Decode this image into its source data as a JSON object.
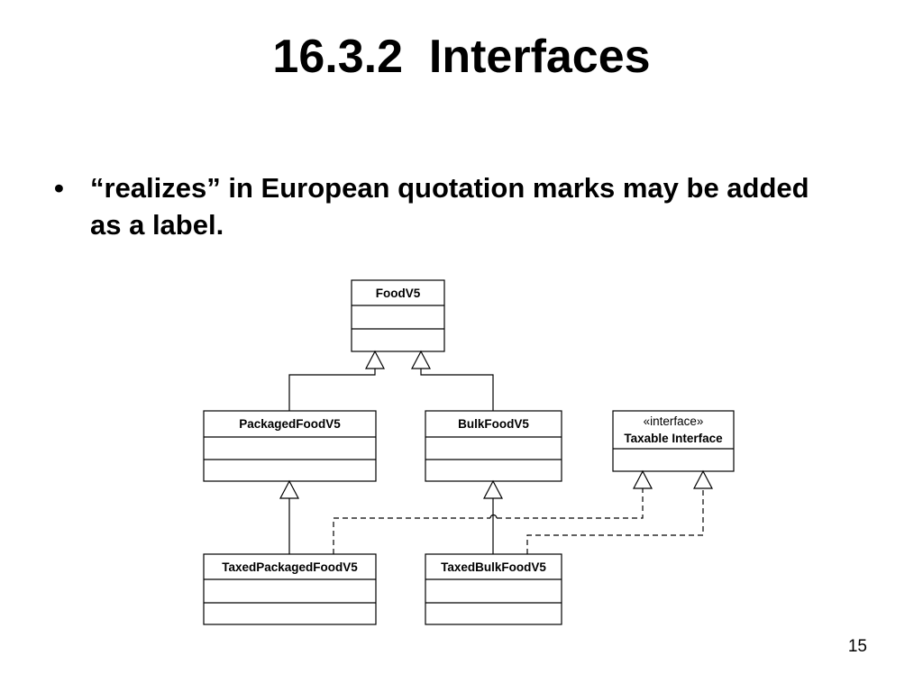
{
  "slide": {
    "title": "16.3.2  Interfaces",
    "bullet_mark": "•",
    "bullet_text": "“realizes” in European quotation marks may be added as a label.",
    "page_number": "15"
  },
  "diagram": {
    "classes": {
      "food": {
        "name": "FoodV5"
      },
      "packaged": {
        "name": "PackagedFoodV5"
      },
      "bulk": {
        "name": "BulkFoodV5"
      },
      "taxable": {
        "stereotype": "«interface»",
        "name": "Taxable Interface"
      },
      "taxed_packaged": {
        "name": "TaxedPackagedFoodV5"
      },
      "taxed_bulk": {
        "name": "TaxedBulkFoodV5"
      }
    },
    "relations": [
      {
        "from": "packaged",
        "to": "food",
        "kind": "generalization"
      },
      {
        "from": "bulk",
        "to": "food",
        "kind": "generalization"
      },
      {
        "from": "taxed_packaged",
        "to": "packaged",
        "kind": "generalization"
      },
      {
        "from": "taxed_bulk",
        "to": "bulk",
        "kind": "generalization"
      },
      {
        "from": "taxed_packaged",
        "to": "taxable",
        "kind": "realization"
      },
      {
        "from": "taxed_bulk",
        "to": "taxable",
        "kind": "realization"
      }
    ]
  }
}
